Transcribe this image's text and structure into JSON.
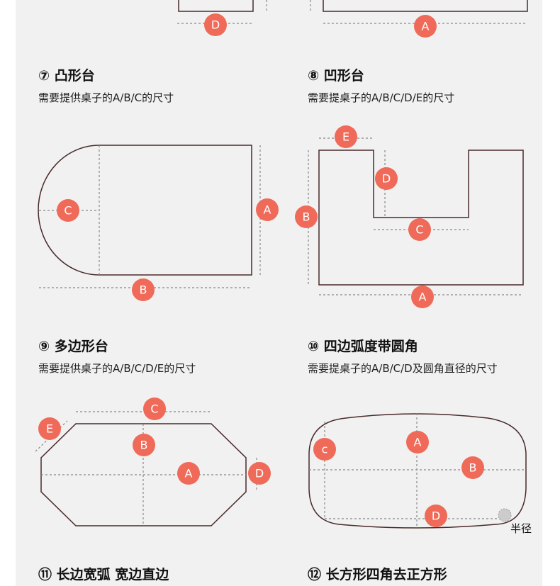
{
  "accent_color": "#ef6a58",
  "top_fragment": {
    "left_label": "D",
    "right_label": "A"
  },
  "sections": [
    {
      "number": "⑦",
      "title": "凸形台",
      "subtitle": "需要提供桌子的A/B/C的尺寸",
      "labels": [
        "C",
        "A",
        "B"
      ]
    },
    {
      "number": "⑧",
      "title": "凹形台",
      "subtitle": "需要提桌子的A/B/C/D/E的尺寸",
      "labels": [
        "E",
        "D",
        "C",
        "B",
        "A"
      ]
    },
    {
      "number": "⑨",
      "title": "多边形台",
      "subtitle": "需要提供桌子的A/B/C/D/E的尺寸",
      "labels": [
        "C",
        "E",
        "B",
        "A",
        "D"
      ]
    },
    {
      "number": "⑩",
      "title": "四边弧度带圆角",
      "subtitle": "需要提桌子的A/B/C/D及圆角直径的尺寸",
      "labels": [
        "c",
        "A",
        "B",
        "D"
      ],
      "radius_label": "半径"
    },
    {
      "number": "⑪",
      "title": "长边宽弧 宽边直边"
    },
    {
      "number": "⑫",
      "title": "长方形四角去正方形"
    }
  ]
}
